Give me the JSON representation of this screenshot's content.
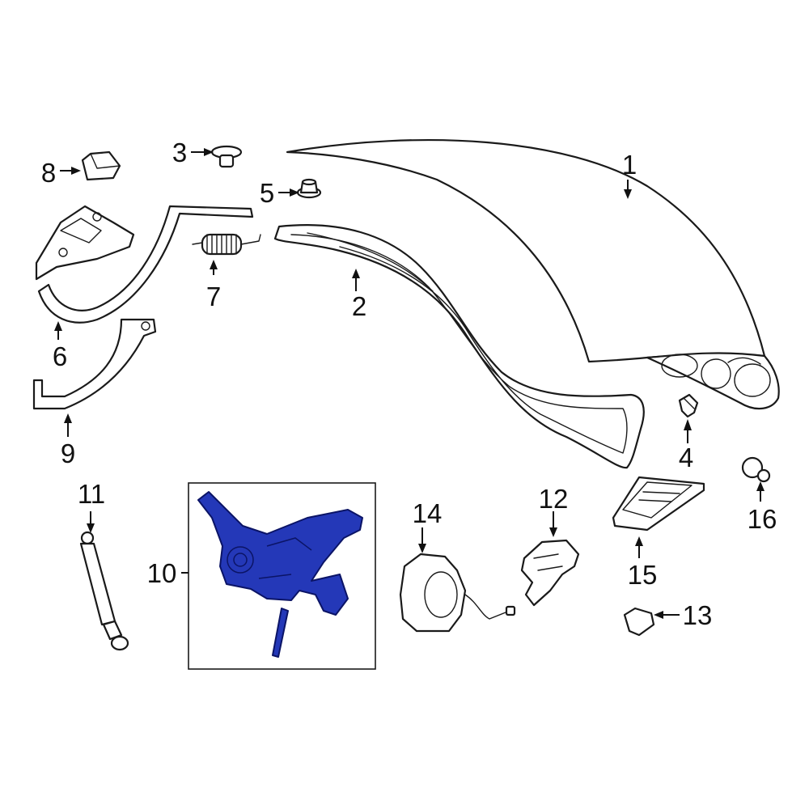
{
  "diagram": {
    "highlight_color": "#2438b8",
    "callouts": {
      "c1": "1",
      "c2": "2",
      "c3": "3",
      "c4": "4",
      "c5": "5",
      "c6": "6",
      "c7": "7",
      "c8": "8",
      "c9": "9",
      "c10": "10",
      "c11": "11",
      "c12": "12",
      "c13": "13",
      "c14": "14",
      "c15": "15",
      "c16": "16"
    }
  }
}
